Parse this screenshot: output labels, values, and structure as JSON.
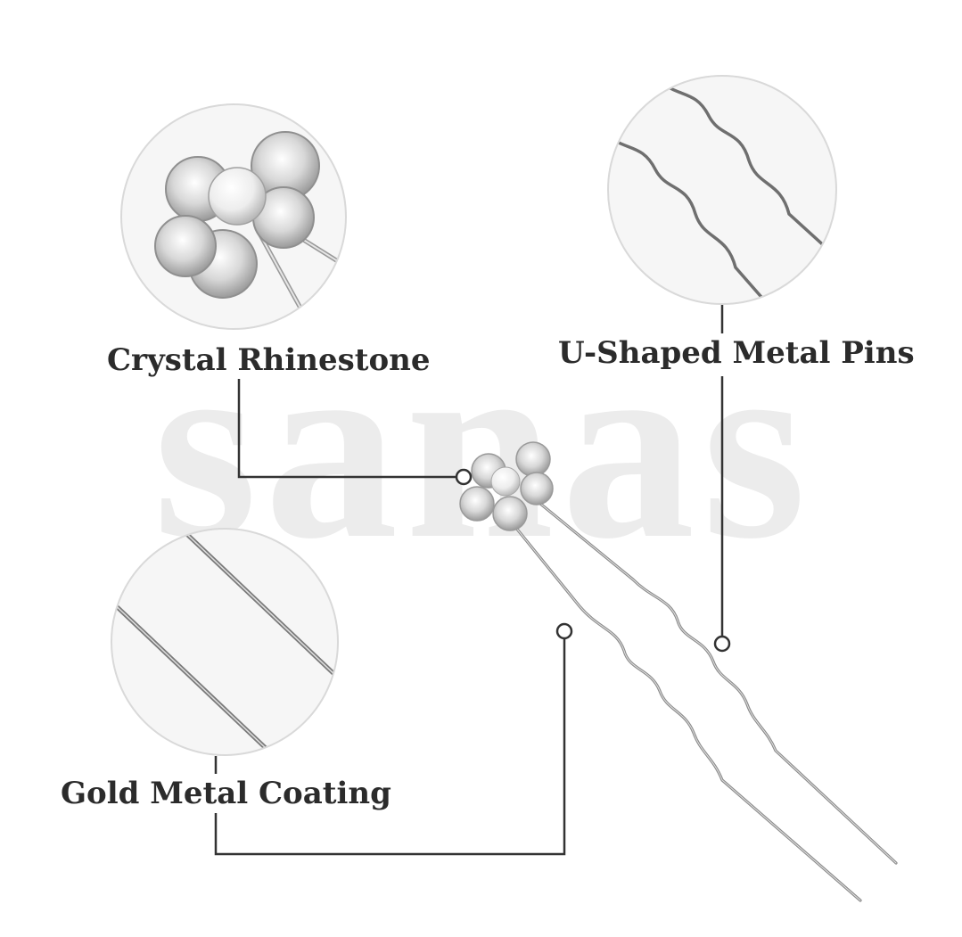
{
  "watermark": {
    "text": "sanas"
  },
  "callouts": [
    {
      "id": "crystal",
      "label": "Crystal Rhinestone"
    },
    {
      "id": "pins",
      "label": "U-Shaped Metal Pins"
    },
    {
      "id": "coating",
      "label": "Gold Metal Coating"
    }
  ],
  "colors": {
    "background": "#ffffff",
    "label_text": "#2b2b2b",
    "leader_line": "#333333",
    "circle_fill": "#f6f6f6",
    "circle_ring": "#d9d9d9",
    "metal": "#8a8a8a",
    "watermark": "#ececec"
  }
}
